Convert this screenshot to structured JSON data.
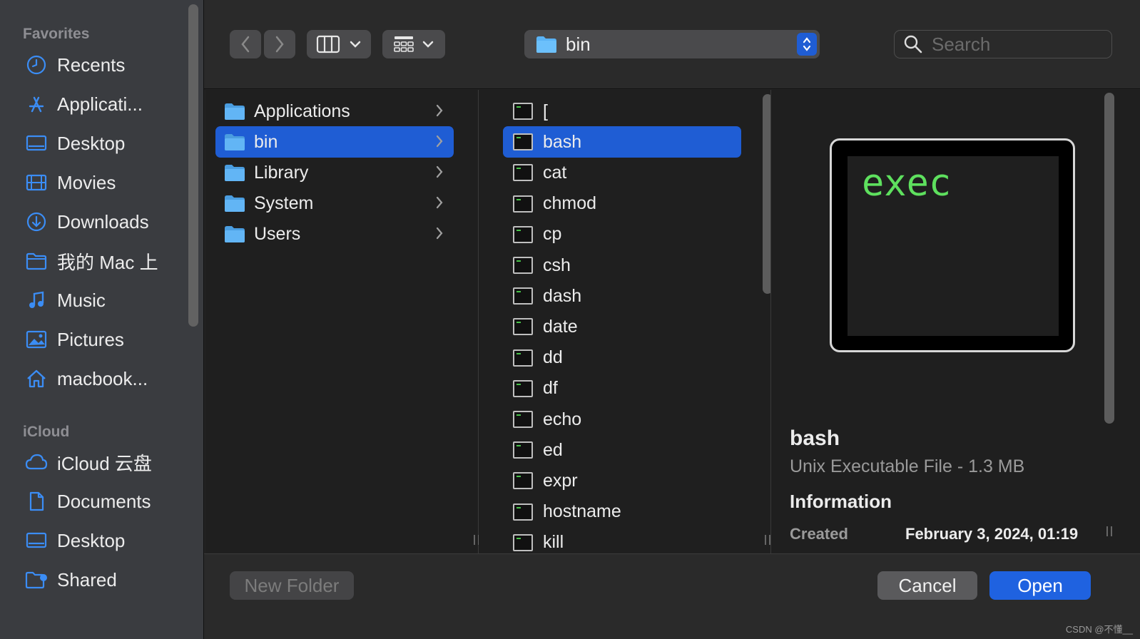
{
  "sidebar": {
    "favorites_header": "Favorites",
    "favorites": [
      {
        "label": "Recents",
        "icon": "clock-icon"
      },
      {
        "label": "Applicati...",
        "icon": "applications-icon"
      },
      {
        "label": "Desktop",
        "icon": "desktop-icon"
      },
      {
        "label": "Movies",
        "icon": "film-icon"
      },
      {
        "label": "Downloads",
        "icon": "download-icon"
      },
      {
        "label": "我的 Mac 上",
        "icon": "folder-icon"
      },
      {
        "label": "Music",
        "icon": "music-note-icon"
      },
      {
        "label": "Pictures",
        "icon": "photo-icon"
      },
      {
        "label": "macbook...",
        "icon": "home-icon"
      }
    ],
    "icloud_header": "iCloud",
    "icloud": [
      {
        "label": "iCloud 云盘",
        "icon": "cloud-icon"
      },
      {
        "label": "Documents",
        "icon": "document-icon"
      },
      {
        "label": "Desktop",
        "icon": "desktop-icon"
      },
      {
        "label": "Shared",
        "icon": "shared-folder-icon"
      }
    ]
  },
  "toolbar": {
    "path_label": "bin",
    "search_placeholder": "Search"
  },
  "column1": [
    {
      "label": "Applications",
      "selected": false
    },
    {
      "label": "bin",
      "selected": true
    },
    {
      "label": "Library",
      "selected": false
    },
    {
      "label": "System",
      "selected": false
    },
    {
      "label": "Users",
      "selected": false
    }
  ],
  "column2": [
    {
      "label": "[",
      "selected": false
    },
    {
      "label": "bash",
      "selected": true
    },
    {
      "label": "cat",
      "selected": false
    },
    {
      "label": "chmod",
      "selected": false
    },
    {
      "label": "cp",
      "selected": false
    },
    {
      "label": "csh",
      "selected": false
    },
    {
      "label": "dash",
      "selected": false
    },
    {
      "label": "date",
      "selected": false
    },
    {
      "label": "dd",
      "selected": false
    },
    {
      "label": "df",
      "selected": false
    },
    {
      "label": "echo",
      "selected": false
    },
    {
      "label": "ed",
      "selected": false
    },
    {
      "label": "expr",
      "selected": false
    },
    {
      "label": "hostname",
      "selected": false
    },
    {
      "label": "kill",
      "selected": false
    }
  ],
  "preview": {
    "icon_text": "exec",
    "name": "bash",
    "kind": "Unix Executable File - 1.3 MB",
    "info_header": "Information",
    "created_label": "Created",
    "created_value": "February 3, 2024, 01:19"
  },
  "bottom": {
    "new_folder": "New Folder",
    "cancel": "Cancel",
    "open": "Open",
    "watermark": "CSDN @不懂__"
  },
  "colors": {
    "accent": "#1f5dd4",
    "sidebar_icon": "#3b8df5"
  }
}
